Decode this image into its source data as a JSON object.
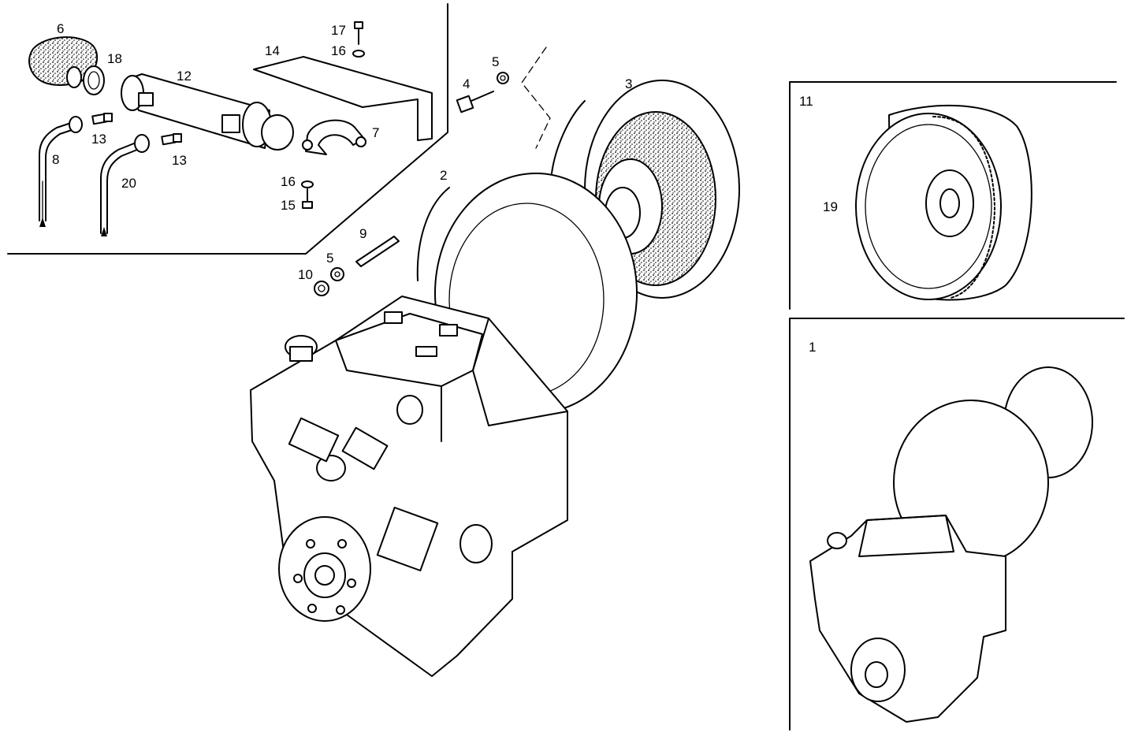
{
  "callouts": {
    "c1": "1",
    "c2": "2",
    "c3": "3",
    "c4": "4",
    "c5a": "5",
    "c5b": "5",
    "c6": "6",
    "c7": "7",
    "c8": "8",
    "c9": "9",
    "c10": "10",
    "c11": "11",
    "c12": "12",
    "c13a": "13",
    "c13b": "13",
    "c14": "14",
    "c15": "15",
    "c16a": "16",
    "c16b": "16",
    "c17": "17",
    "c18": "18",
    "c19": "19",
    "c20": "20"
  },
  "colors": {
    "ink": "#000000",
    "paper": "#ffffff"
  }
}
